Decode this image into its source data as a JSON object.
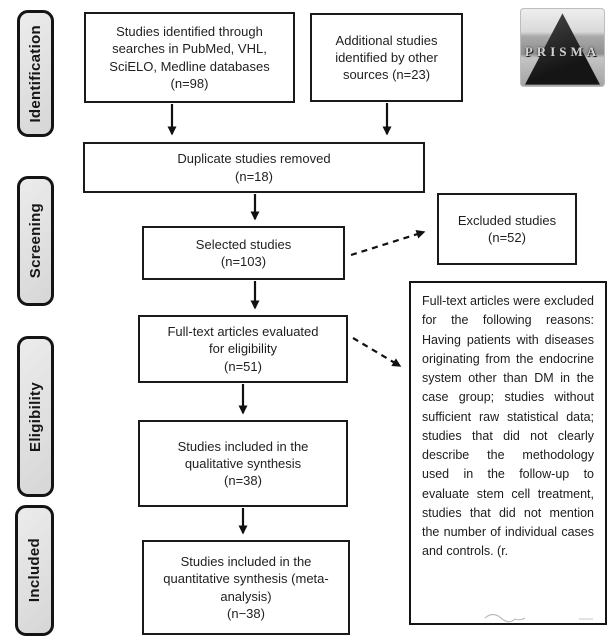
{
  "title": "PRISMA flow diagram",
  "stages": [
    {
      "label": "Identification"
    },
    {
      "label": "Screening"
    },
    {
      "label": "Eligibility"
    },
    {
      "label": "Included"
    }
  ],
  "logo": {
    "label": "PRISMA"
  },
  "boxes": {
    "identified": {
      "lines": [
        "Studies identified through",
        "searches in PubMed, VHL,",
        "SciELO, Medline databases",
        "(n=98)"
      ]
    },
    "additional": {
      "lines": [
        "Additional studies",
        "identified by other",
        "sources (n=23)"
      ]
    },
    "duplicate": {
      "lines": [
        "Duplicate studies removed",
        "(n=18)"
      ]
    },
    "selected": {
      "lines": [
        "Selected studies",
        "(n=103)"
      ]
    },
    "excluded": {
      "lines": [
        "Excluded studies",
        "(n=52)"
      ]
    },
    "fulltext": {
      "lines": [
        "Full-text articles evaluated",
        "for eligibility",
        "(n=51)"
      ]
    },
    "qualitative": {
      "lines": [
        "Studies included in the",
        "qualitative synthesis",
        "(n=38)"
      ]
    },
    "quantitative": {
      "lines": [
        "Studies included in the",
        "quantitative synthesis (meta-",
        "analysis)",
        "(n−38)"
      ]
    },
    "exclusion_reasons": {
      "text": "Full-text articles were excluded for the following reasons: Having patients with diseases originating from the endocrine system other than DM in the case group; studies without sufficient raw statistical data; studies that did not clearly describe the methodology used in the follow-up to evaluate stem cell treatment, studies that did not mention the number of individual cases and controls. (r."
    }
  },
  "colors": {
    "box_border": "#1a1a1a",
    "stage_fill": "#e4e4e4",
    "arrow": "#111111",
    "text": "#1f1f1f"
  }
}
